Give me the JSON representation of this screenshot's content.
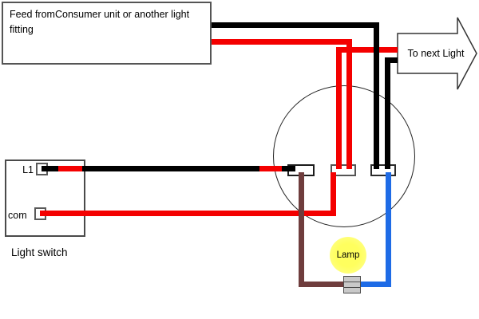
{
  "feed_box": {
    "label": "Feed fromConsumer unit or another light fitting"
  },
  "next_light_arrow": {
    "label": "To next Light"
  },
  "light_switch": {
    "label": "Light switch",
    "terminal_l1": "L1",
    "terminal_com": "com"
  },
  "lamp": {
    "label": "Lamp"
  },
  "colors": {
    "live": "#f40000",
    "neutral": "#000000",
    "lamp_live": "#6f3d3d",
    "lamp_neutral": "#1e6be6",
    "lamp_fill": "#ffff5e"
  }
}
